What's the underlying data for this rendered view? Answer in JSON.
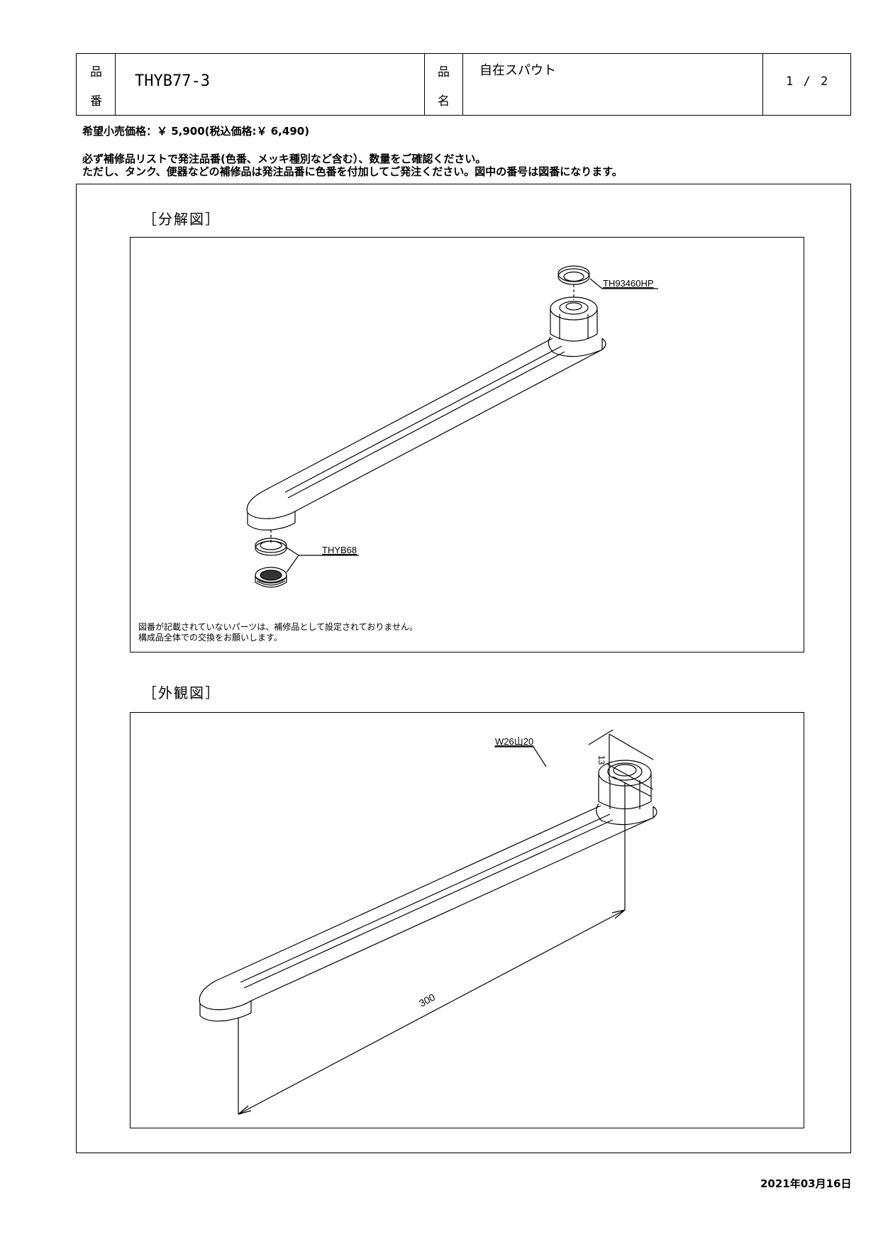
{
  "header": {
    "part_no_label_1": "品",
    "part_no_label_2": "番",
    "part_no": "THYB77-3",
    "part_name_label_1": "品",
    "part_name_label_2": "名",
    "part_name": "自在スパウト",
    "page": "1 / 2"
  },
  "price": "希望小売価格：￥ 5,900(税込価格:￥ 6,490)",
  "notes": [
    "必ず補修品リストで発注品番(色番、メッキ種別など含む）、数量をご確認ください。",
    "ただし、タンク、便器などの補修品は発注品番に色番を付加してご発注ください。図中の番号は図番になります。"
  ],
  "exploded": {
    "title": "［分解図］",
    "callouts": [
      "TH93460HP",
      "THYB68"
    ],
    "caption": [
      "図番が記載されていないパーツは、補修品として設定されておりません。",
      "構成品全体での交換をお願いします。"
    ]
  },
  "appearance": {
    "title": "［外観図］",
    "thread_label": "W26山20",
    "length_label": "300",
    "height_label": "13"
  },
  "date": "2021年03月16日"
}
